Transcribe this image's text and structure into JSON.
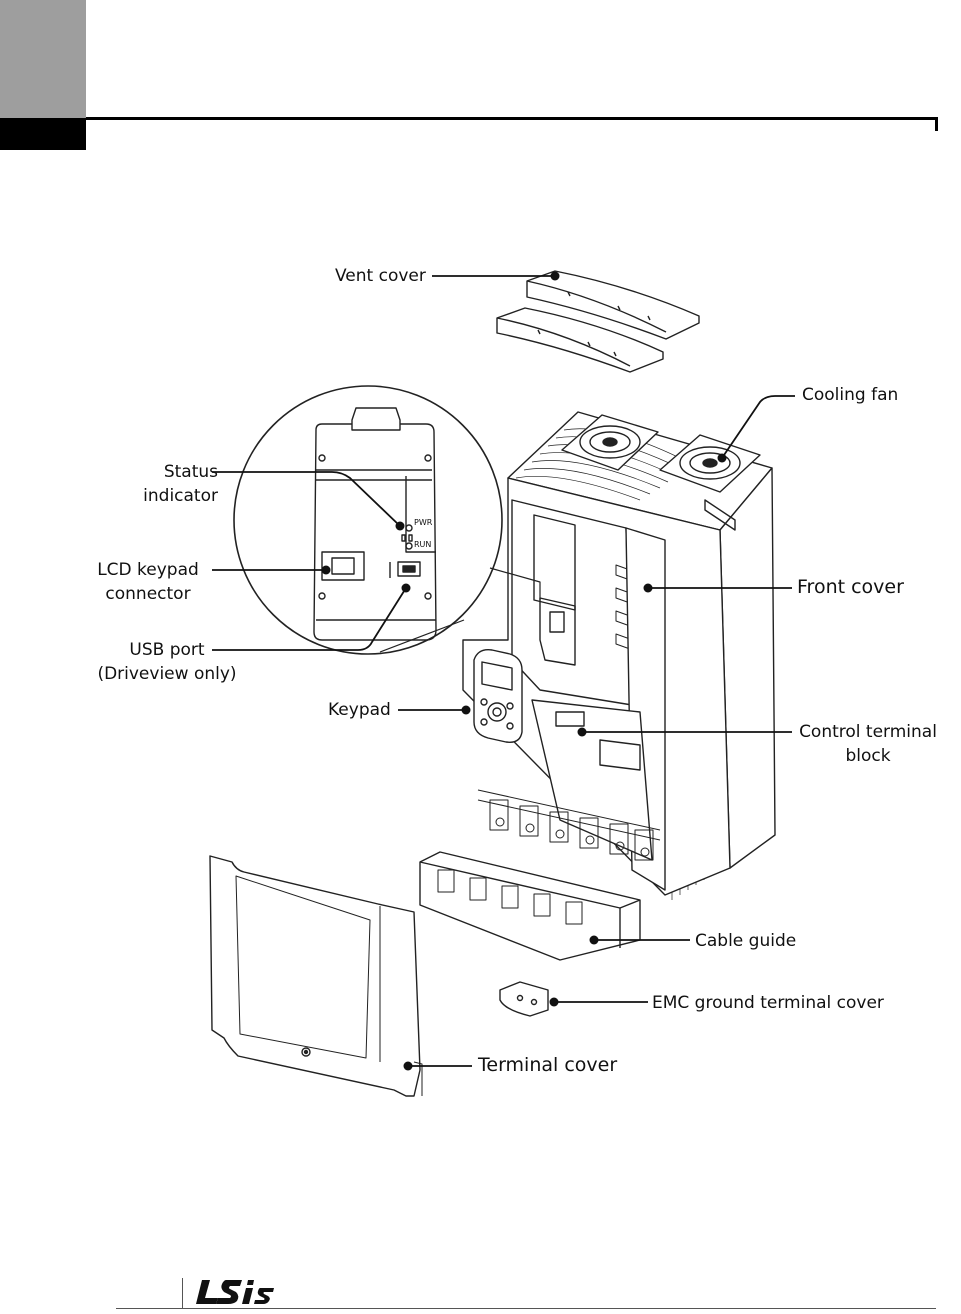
{
  "labels": {
    "vent_cover": "Vent cover",
    "cooling_fan": "Cooling fan",
    "status_indicator": [
      "Status",
      "indicator"
    ],
    "lcd_keypad_connector": [
      "LCD keypad",
      "connector"
    ],
    "usb_port": [
      "USB port",
      "(Driveview only)"
    ],
    "keypad": "Keypad",
    "front_cover": "Front cover",
    "control_terminal_block": [
      "Control terminal",
      "block"
    ],
    "cable_guide": "Cable guide",
    "emc_ground_terminal_cover": "EMC ground terminal cover",
    "terminal_cover": "Terminal cover"
  },
  "inset": {
    "pwr": "PWR",
    "run": "RUN"
  },
  "logo_text": "LS IS"
}
